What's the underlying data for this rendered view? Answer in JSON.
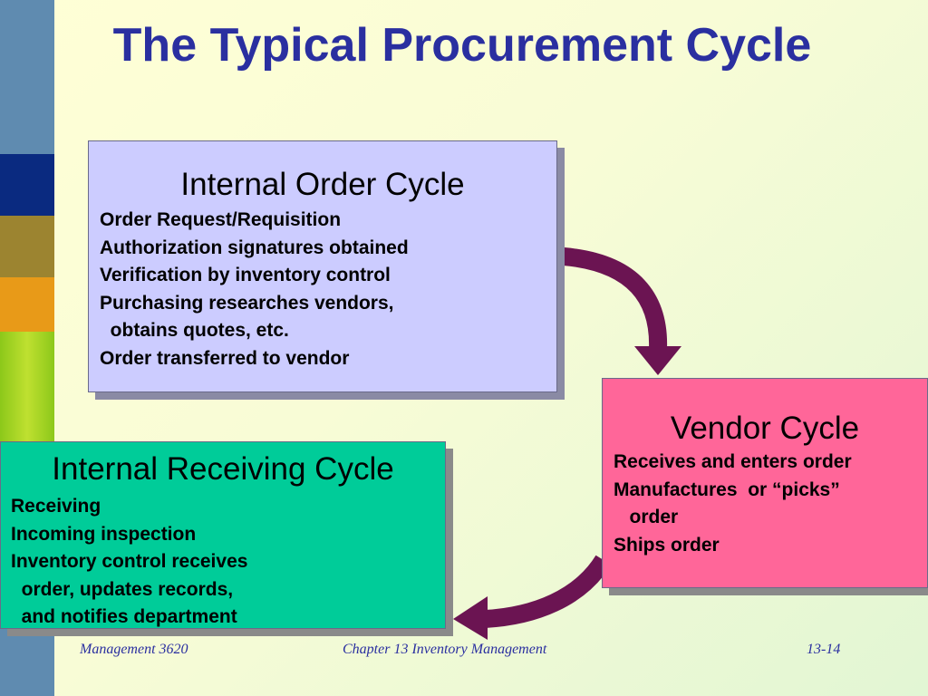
{
  "title": "The Typical Procurement Cycle",
  "boxes": {
    "internal_order": {
      "heading": "Internal Order Cycle",
      "lines": [
        "Order Request/Requisition",
        "Authorization signatures obtained",
        "Verification by inventory control",
        "Purchasing researches vendors,",
        "  obtains quotes, etc.",
        "Order transferred to vendor"
      ],
      "color": "#ccccff"
    },
    "vendor": {
      "heading": "Vendor Cycle",
      "lines": [
        "Receives and enters order",
        "Manufactures  or “picks”",
        "   order",
        "Ships order"
      ],
      "color": "#ff6699"
    },
    "receiving": {
      "heading": "Internal Receiving Cycle",
      "lines": [
        "Receiving",
        "Incoming inspection",
        "Inventory control receives",
        "  order, updates records,",
        "  and notifies department"
      ],
      "color": "#00cc99"
    }
  },
  "arrow_color": "#6b1452",
  "footer": {
    "left": "Management 3620",
    "center": "Chapter 13 Inventory Management",
    "right": "13-14"
  },
  "colors": {
    "title": "#2a2fa0",
    "stripes": [
      "#5f8bb0",
      "#0a2a80",
      "#9c8430",
      "#e89a18",
      "#a6d41e",
      "#5f8bb0"
    ]
  }
}
